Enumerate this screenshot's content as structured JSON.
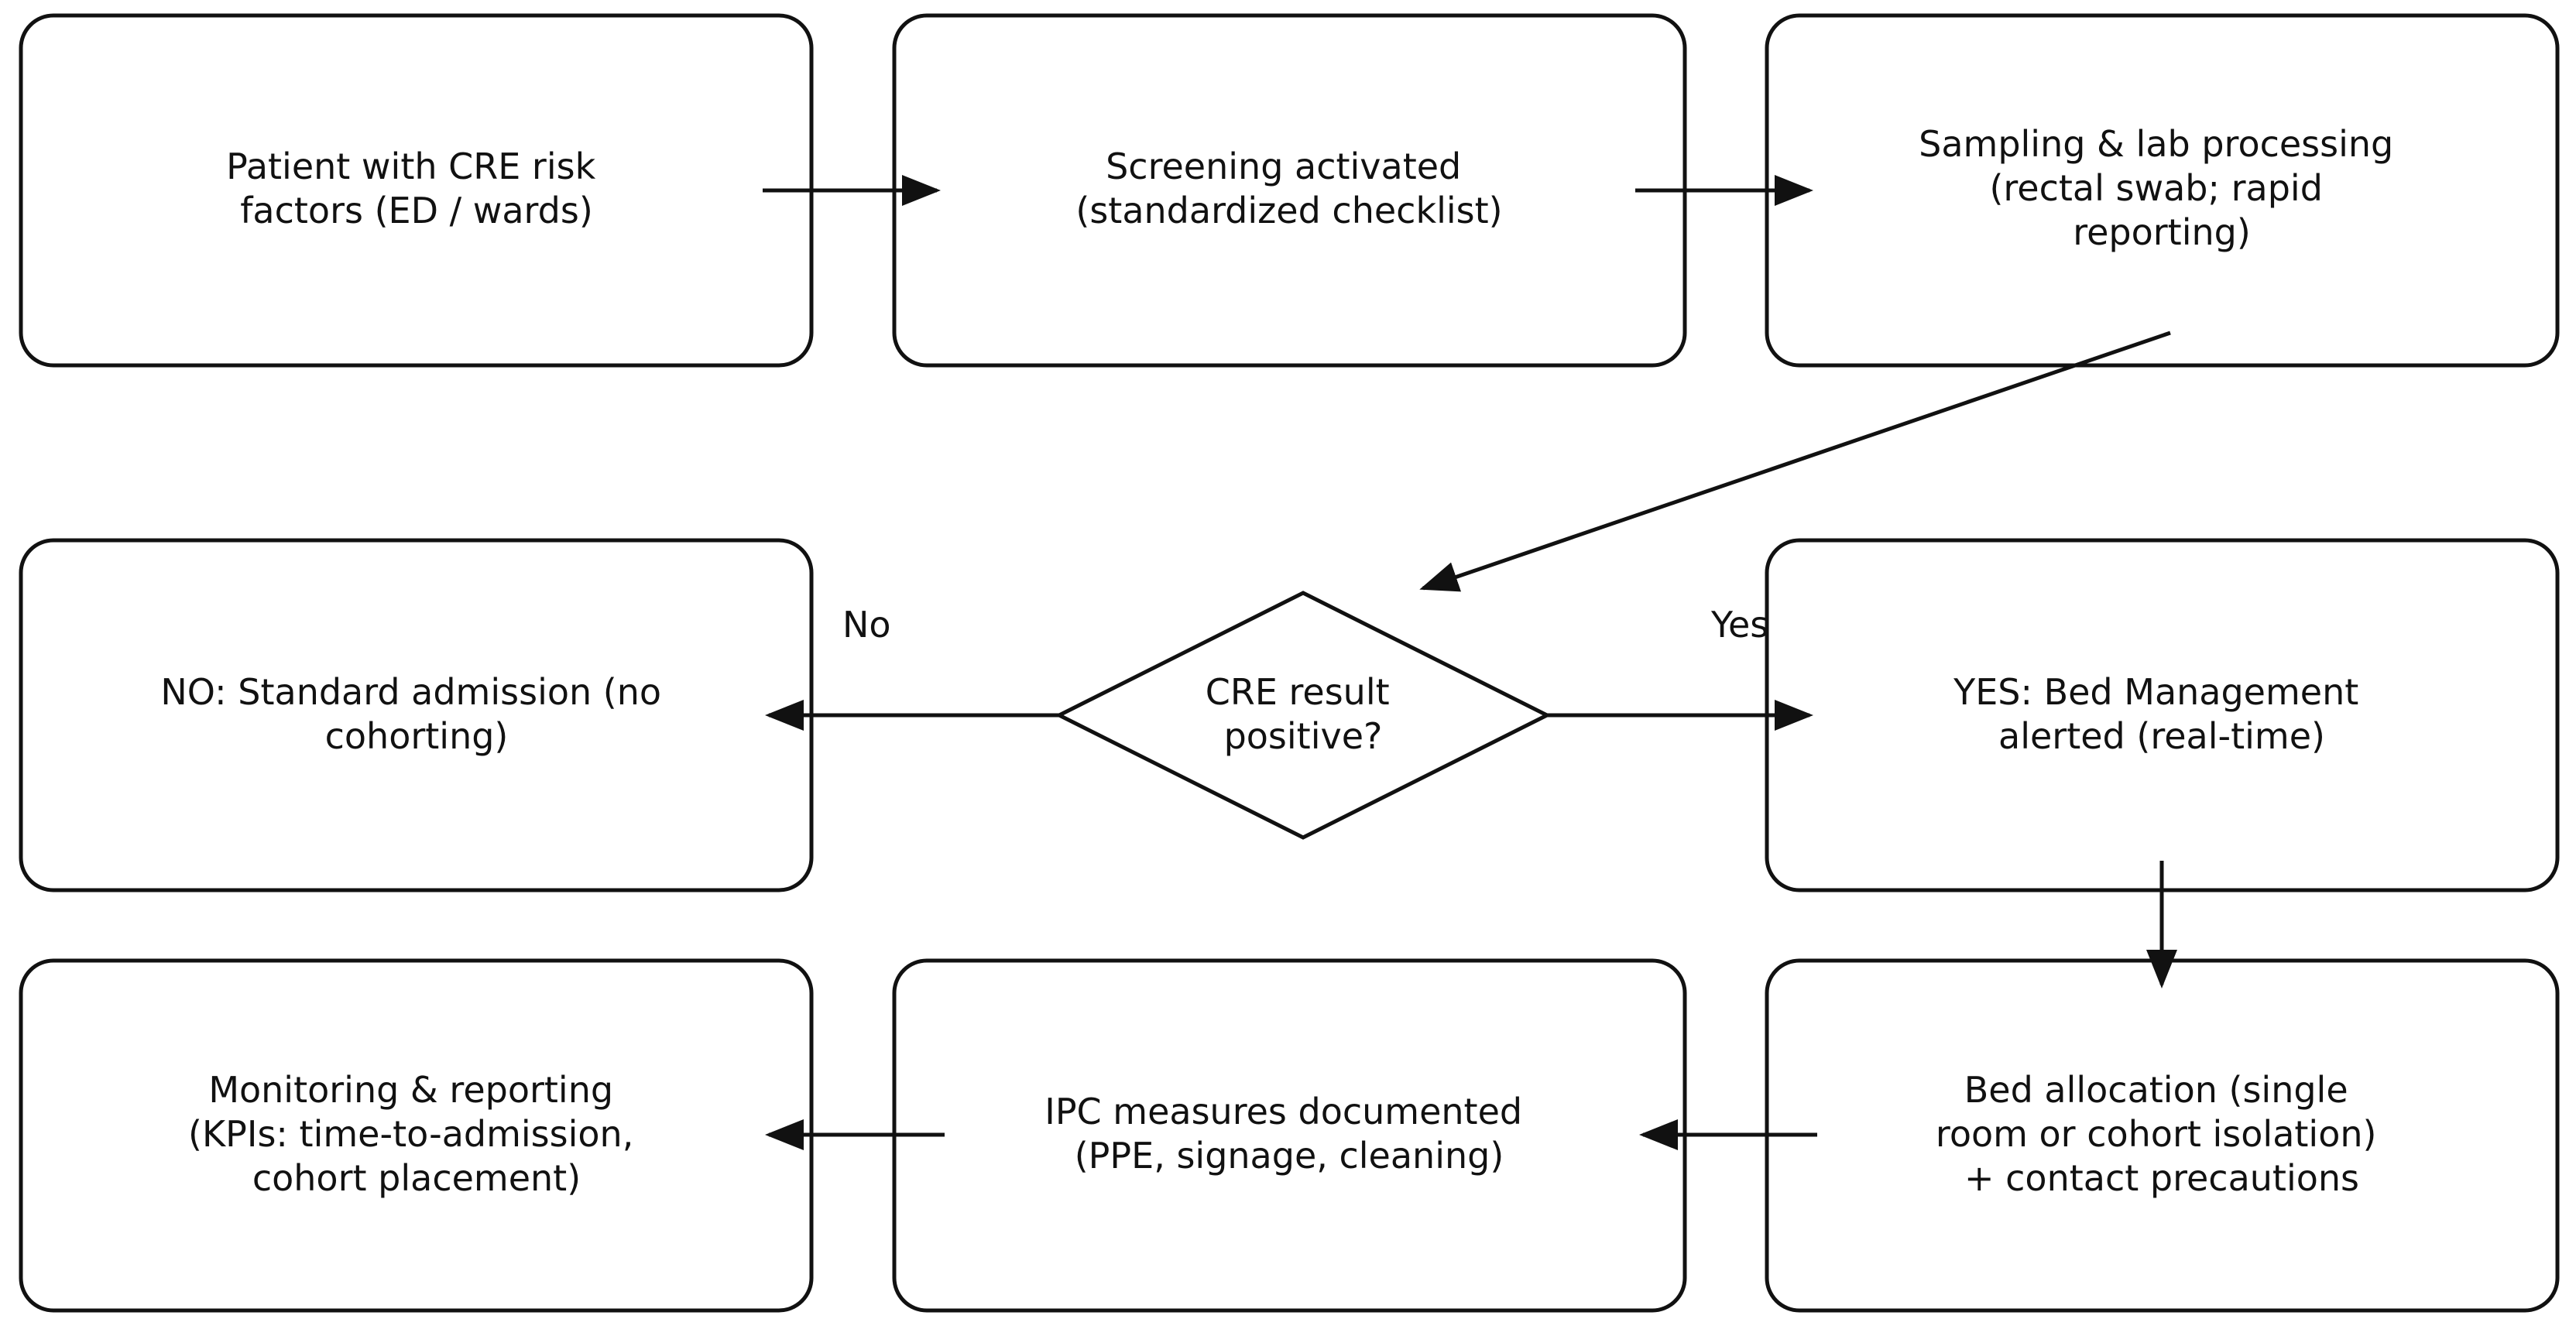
{
  "nodes": {
    "patient_risk": {
      "lines": [
        "Patient with CRE risk",
        "factors (ED / wards)"
      ]
    },
    "screening": {
      "lines": [
        "Screening activated",
        "(standardized checklist)"
      ]
    },
    "sampling": {
      "lines": [
        "Sampling & lab processing",
        "(rectal swab; rapid",
        "reporting)"
      ]
    },
    "no_admission": {
      "lines": [
        "NO: Standard admission (no",
        "cohorting)"
      ]
    },
    "decision": {
      "lines": [
        "CRE result",
        "positive?"
      ]
    },
    "yes_alert": {
      "lines": [
        "YES: Bed Management",
        "alerted (real-time)"
      ]
    },
    "monitoring": {
      "lines": [
        "Monitoring & reporting",
        "(KPIs: time-to-admission,",
        "cohort placement)"
      ]
    },
    "ipc": {
      "lines": [
        "IPC measures documented",
        "(PPE, signage, cleaning)"
      ]
    },
    "bed_allocation": {
      "lines": [
        "Bed allocation (single",
        "room or cohort isolation)",
        "+ contact precautions"
      ]
    }
  },
  "edge_labels": {
    "no": "No",
    "yes": "Yes"
  }
}
